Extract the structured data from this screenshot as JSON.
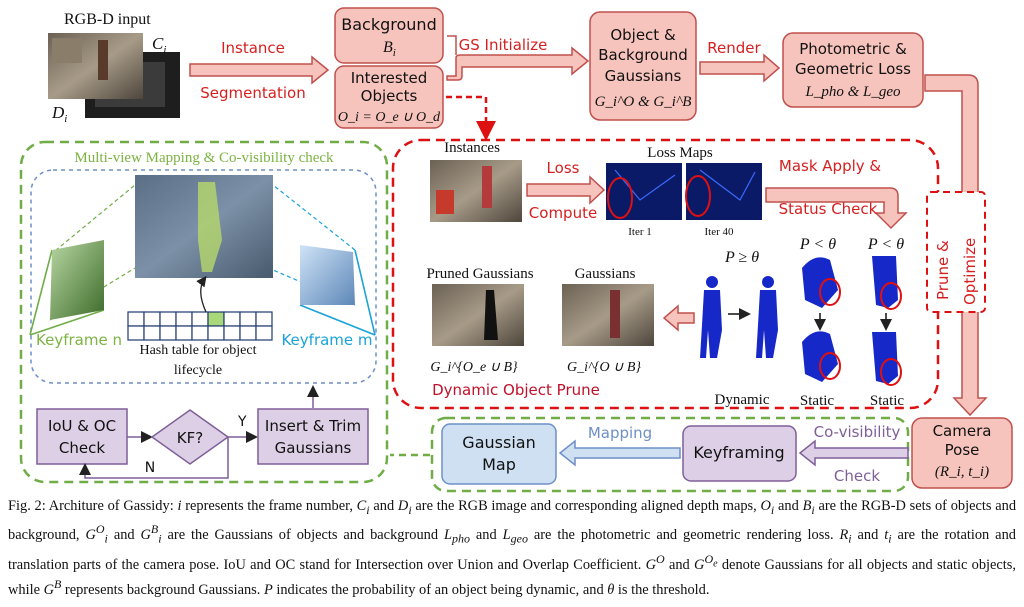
{
  "figure": {
    "rgbd_input": {
      "label": "RGB-D input",
      "ci": "C",
      "ci_sub": "i",
      "di": "D",
      "di_sub": "i"
    },
    "instance_segmentation": {
      "top": "Instance",
      "bottom": "Segmentation"
    },
    "background_box": {
      "title": "Background",
      "sym": "B",
      "sub": "i"
    },
    "interested_box": {
      "line1": "Interested",
      "line2": "Objects",
      "formula": "O_i = O_e ∪ O_d"
    },
    "gs_initialize": "GS Initialize",
    "obj_bg_box": {
      "line1": "Object &",
      "line2": "Background",
      "line3": "Gaussians",
      "formula": "G_i^O & G_i^B"
    },
    "render": "Render",
    "loss_box": {
      "line1": "Photometric &",
      "line2": "Geometric Loss",
      "formula": "L_pho & L_geo"
    },
    "mapping_panel": {
      "title": "Multi-view Mapping & Co-visibility check",
      "keyframe_n": "Keyframe n",
      "keyframe_m": "Keyframe m",
      "hash_line1": "Hash table for object",
      "hash_line2": "lifecycle"
    },
    "dynamic_panel": {
      "instances": "Instances",
      "loss": "Loss",
      "compute": "Compute",
      "loss_maps": "Loss Maps",
      "iter1": "Iter 1",
      "iter40": "Iter 40",
      "mask_apply": "Mask Apply &",
      "status_check": "Status Check",
      "p_ge": "P ≥ θ",
      "p_lt1": "P < θ",
      "p_lt2": "P < θ",
      "pruned_gaussians": "Pruned Gaussians",
      "gaussians": "Gaussians",
      "g_pruned": "G_i^{O_e ∪ B}",
      "g_all": "G_i^{O ∪ B}",
      "dynamic_object_prune": "Dynamic Object Prune",
      "dynamic": "Dynamic",
      "static1": "Static",
      "static2": "Static"
    },
    "prune_optimize": {
      "prune": "Prune &",
      "optimize": "Optimize"
    },
    "camera_pose": {
      "line1": "Camera",
      "line2": "Pose",
      "formula": "(R_i, t_i)"
    },
    "co_visibility": {
      "top": "Co-visibility",
      "bottom": "Check"
    },
    "keyframing": "Keyframing",
    "mapping": "Mapping",
    "gaussian_map": {
      "line1": "Gaussian",
      "line2": "Map"
    },
    "iou_box": {
      "line1": "IoU & OC",
      "line2": "Check"
    },
    "kf_box": "KF?",
    "insert_box": {
      "line1": "Insert & Trim",
      "line2": "Gaussians"
    },
    "y_label": "Y",
    "n_label": "N"
  },
  "caption": {
    "p1": "Fig. 2: Architure of Gassidy: ",
    "p2": "i",
    "p3": " represents the frame number, ",
    "p4": "C",
    "p5": "i",
    "p6": " and ",
    "p7": "D",
    "p8": "i",
    "p9": " are the RGB image and corresponding aligned depth maps, ",
    "p10": "O",
    "p11": "i",
    "p12": " and ",
    "p13": "B",
    "p14": "i",
    "p15": " are the RGB-D sets of objects and background, ",
    "p16": "G",
    "p17": "O",
    "p18": "i",
    "p19": " and ",
    "p20": "G",
    "p21": "B",
    "p22": "i",
    "p23": " are the Gaussians of objects and background ",
    "p24": "L",
    "p25": "pho",
    "p26": " and ",
    "p27": "L",
    "p28": "geo",
    "p29": " are the photometric and geometric rendering loss. ",
    "p30": "R",
    "p31": "i",
    "p32": " and ",
    "p33": "t",
    "p34": "i",
    "p35": " are the rotation and translation parts of the camera pose. IoU and OC stand for Intersection over Union and Overlap Coefficient. ",
    "p36": "G",
    "p37": "O",
    "p38": " and ",
    "p39": "G",
    "p40": "O",
    "p41": "e",
    "p42": " denote Gaussians for all objects and static objects, while ",
    "p43": "G",
    "p44": "B",
    "p45": " represents background Gaussians. ",
    "p46": "P",
    "p47": " indicates the probability of an object being dynamic, and ",
    "p48": "θ",
    "p49": " is the threshold."
  },
  "colors": {
    "salmon_fill": "#f7c4bd",
    "salmon_stroke": "#c0504d",
    "red_dash": "#dd1111",
    "green_dash": "#70ad47",
    "purple_fill": "#ddd0e6",
    "purple_stroke": "#7f5f98",
    "blue_fill": "#cfe0f3",
    "blue_stroke": "#6e8fc7",
    "green_text": "#7cb342",
    "cyan_text": "#1aa3d8"
  }
}
